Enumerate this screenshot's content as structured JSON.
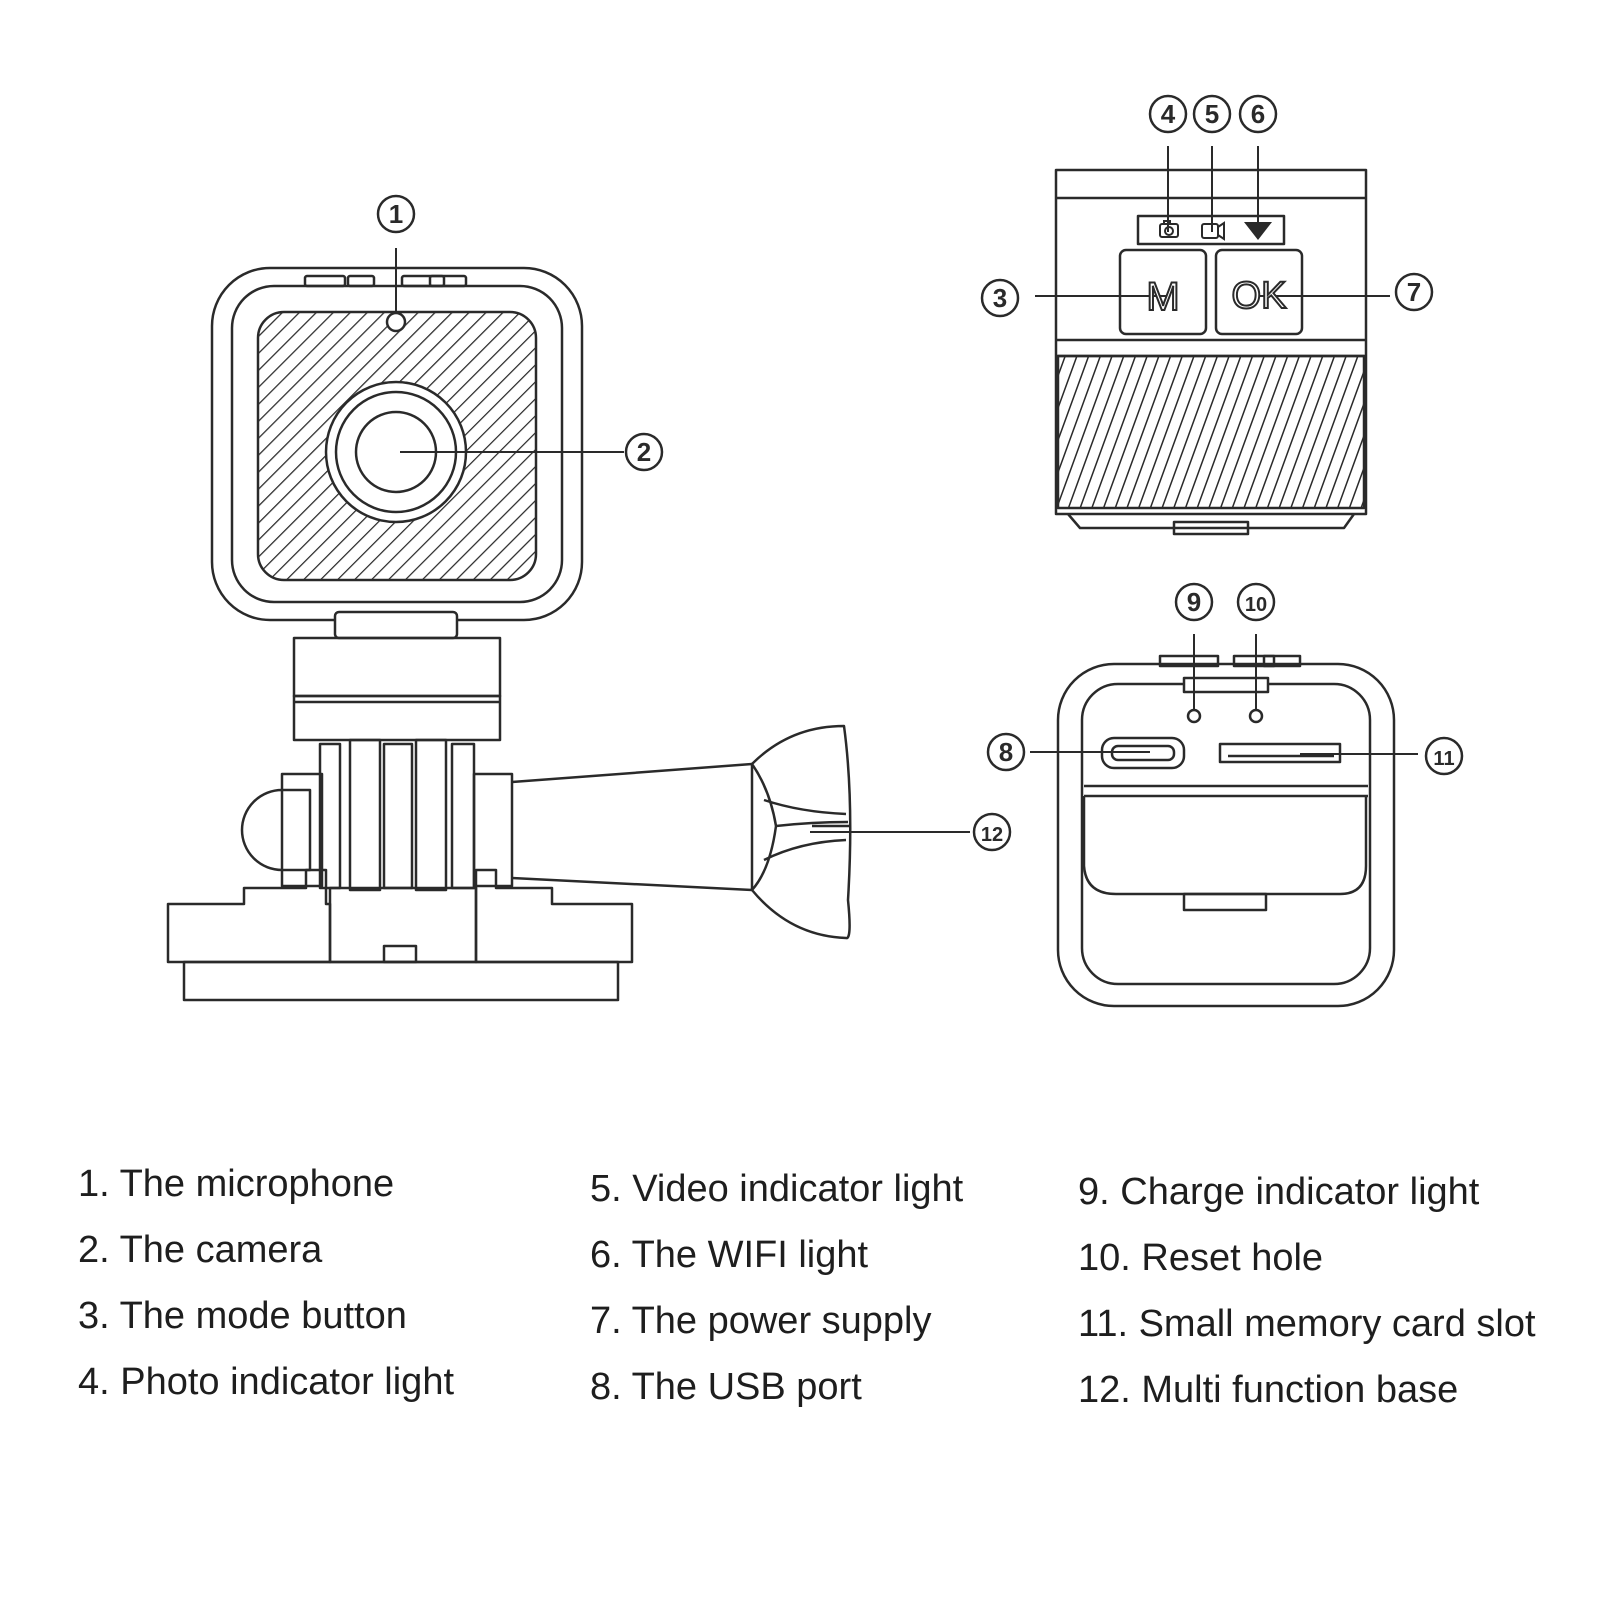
{
  "diagram": {
    "callouts": [
      "1",
      "2",
      "3",
      "4",
      "5",
      "6",
      "7",
      "8",
      "9",
      "10",
      "11",
      "12"
    ],
    "button_labels": {
      "mode": "M",
      "ok": "OK"
    },
    "icons": [
      "camera-photo-icon",
      "video-camera-icon",
      "wifi-icon"
    ],
    "stroke_color": "#2a2a2a"
  },
  "legend": {
    "col1": [
      "1. The microphone",
      "2. The camera",
      "3. The mode button",
      "4. Photo indicator light"
    ],
    "col2": [
      "5. Video indicator light",
      "6. The WIFI light",
      "7. The power supply",
      "8. The USB port"
    ],
    "col3": [
      "9. Charge indicator light",
      "10. Reset hole",
      "11. Small memory card slot",
      "12. Multi function base"
    ]
  }
}
